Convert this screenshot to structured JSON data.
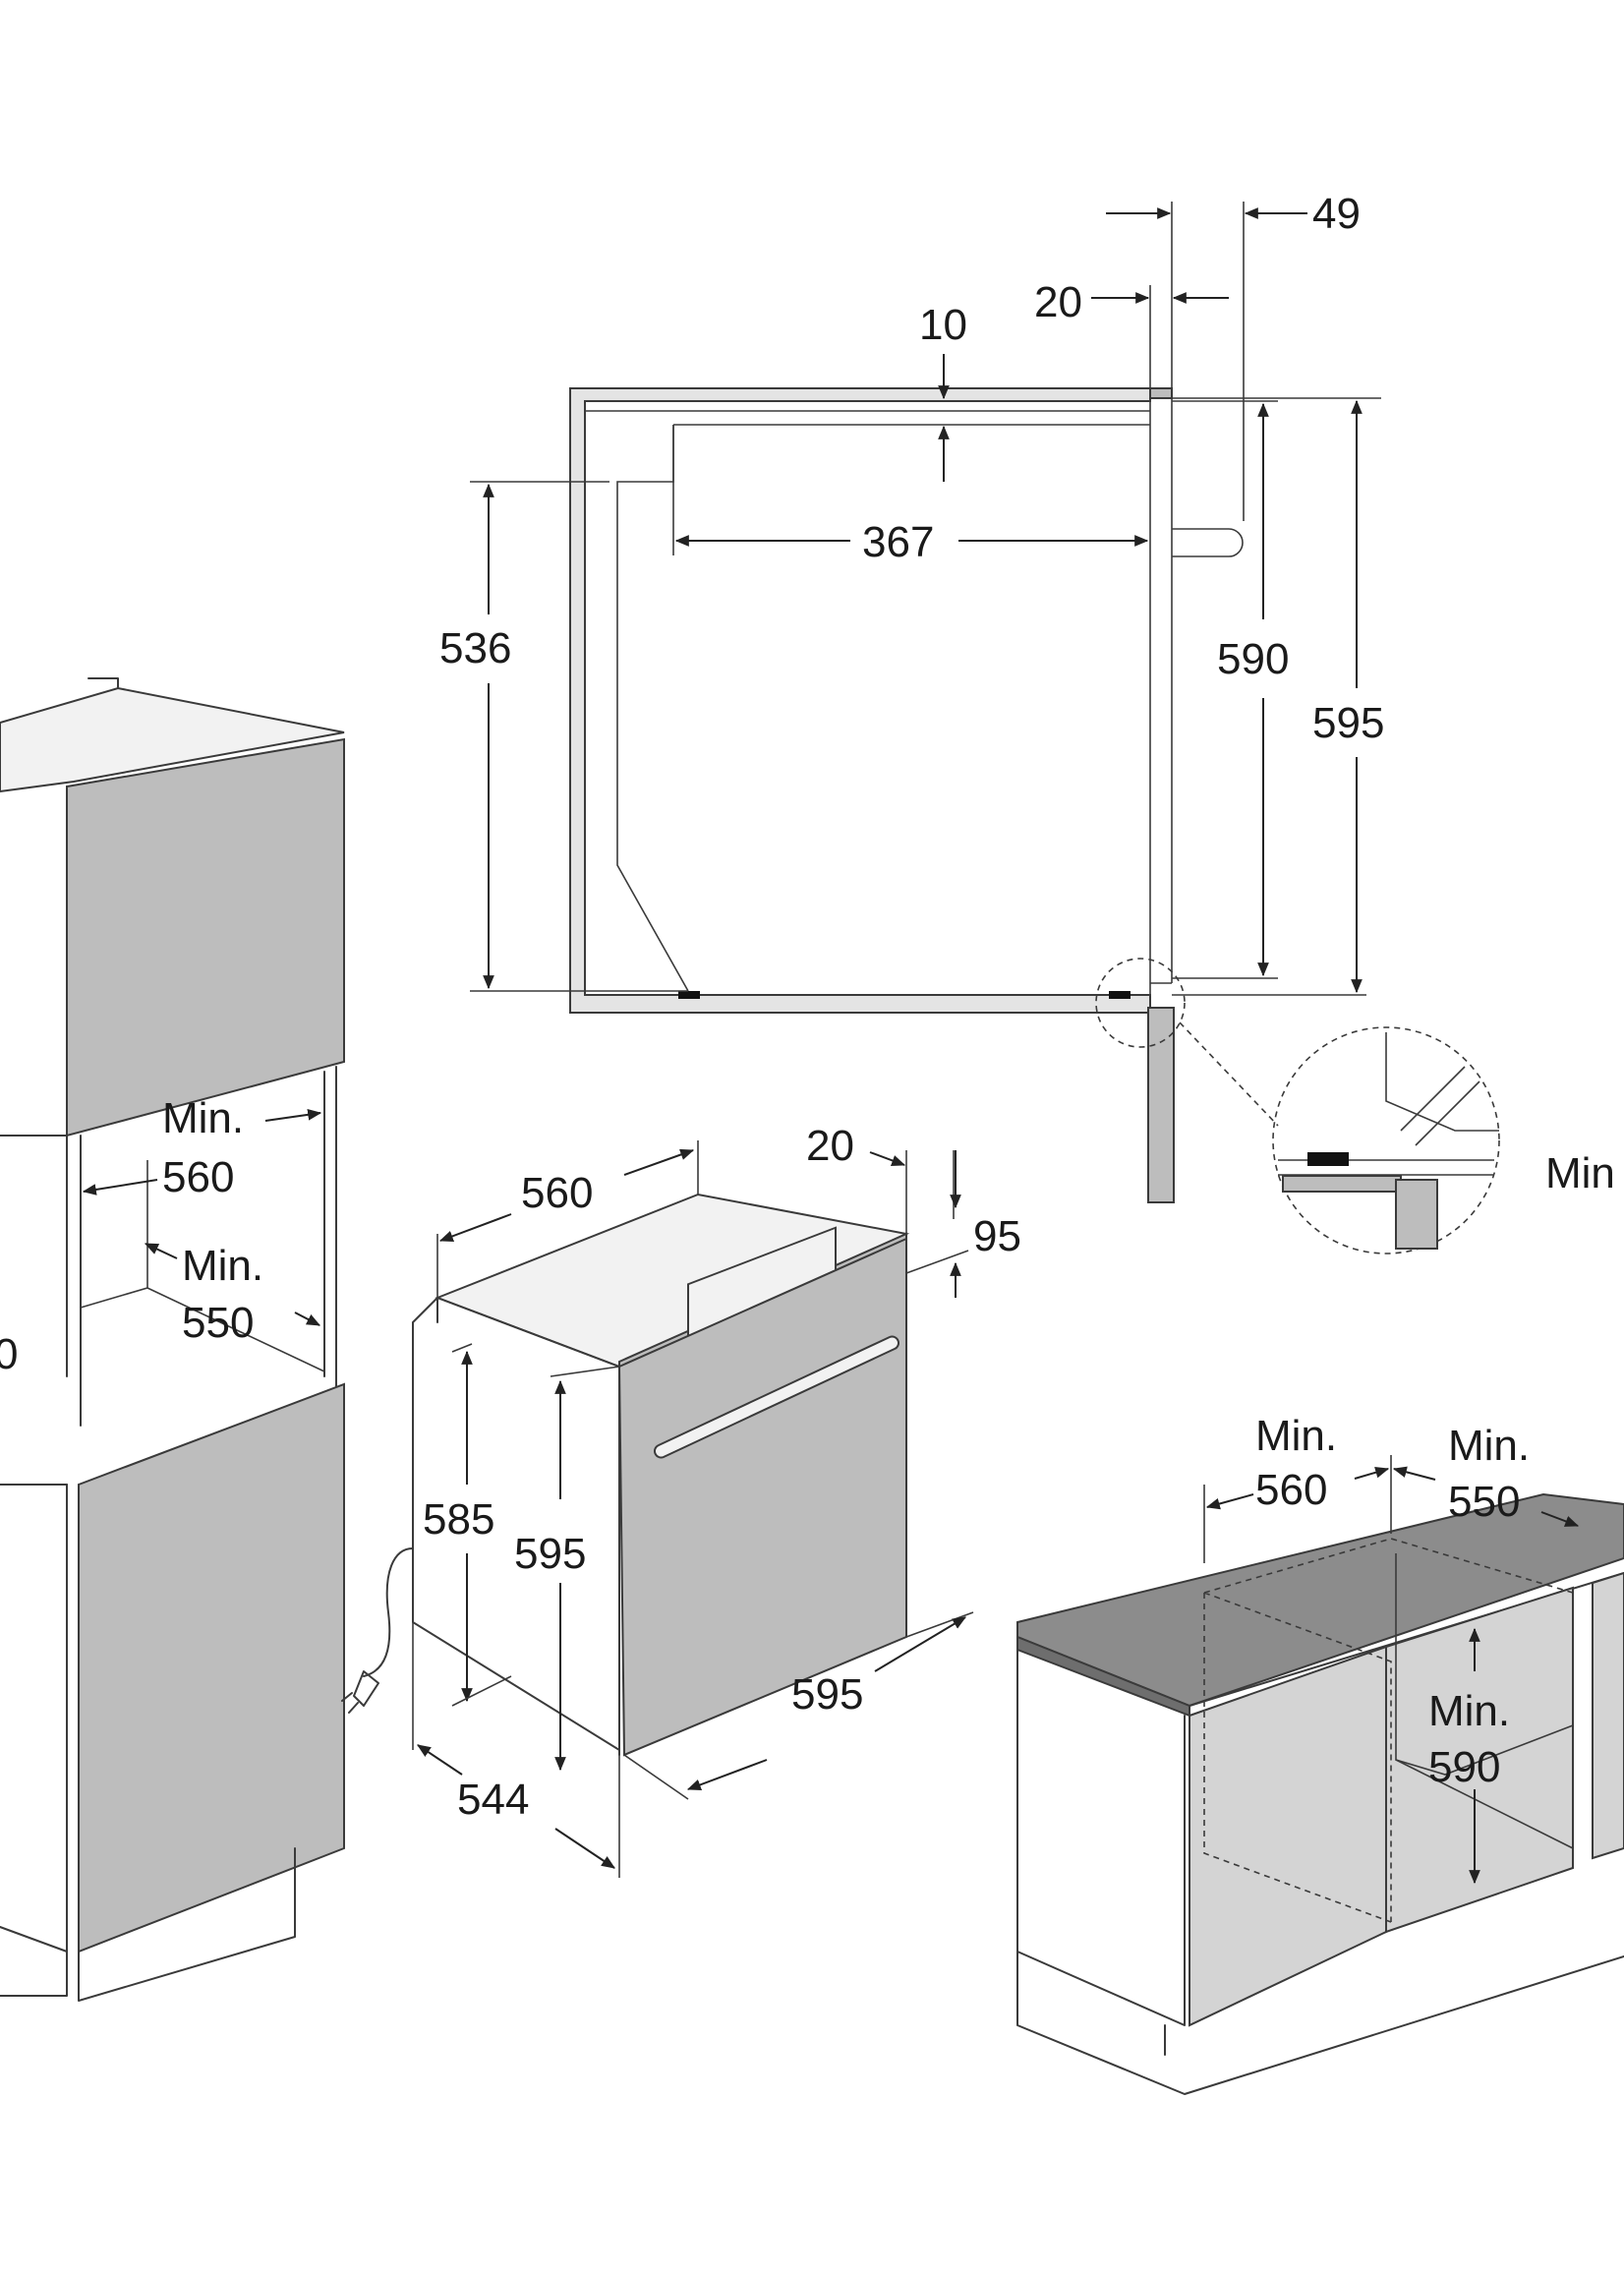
{
  "diagram": {
    "top_view": {
      "depth_total": "49",
      "door_offset": "20",
      "top_gap": "10",
      "inner_width": "367",
      "inner_height": "536",
      "cutout_height": "590",
      "oven_height": "595",
      "detail_label": "Min"
    },
    "column_cabinet": {
      "width_label": "Min.",
      "width_value": "560",
      "depth_label": "Min.",
      "depth_value": "550",
      "height_value_partial": "0"
    },
    "oven": {
      "width_top": "560",
      "door_thickness": "20",
      "panel_height": "95",
      "body_height": "585",
      "front_height": "595",
      "front_width": "595",
      "body_depth": "544"
    },
    "under_counter": {
      "width_label": "Min.",
      "width_value": "560",
      "depth_label": "Min.",
      "depth_value": "550",
      "height_label": "Min.",
      "height_value": "590"
    }
  }
}
